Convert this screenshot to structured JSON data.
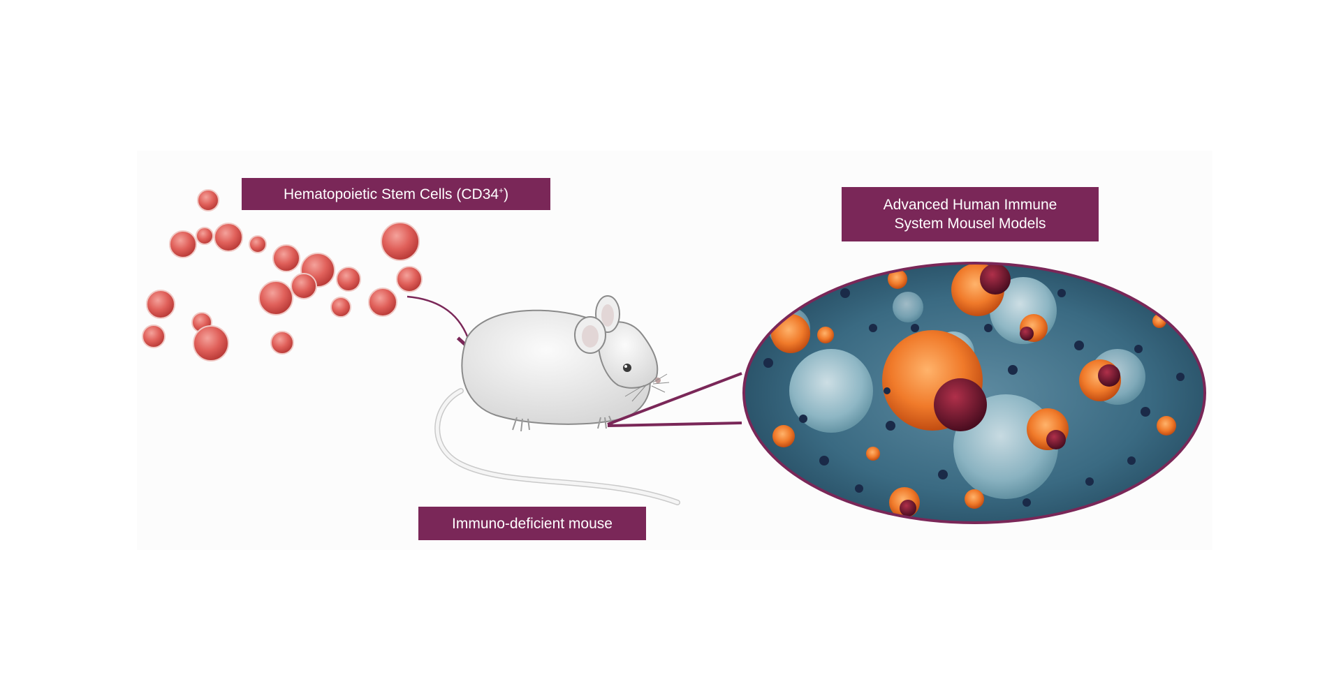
{
  "labels": {
    "stem_cells": "Hematopoietic Stem Cells (CD34",
    "stem_cells_sup": "+",
    "stem_cells_close": ")",
    "advanced_line1": "Advanced Human Immune",
    "advanced_line2": "System Mousel Models",
    "mouse": "Immuno-deficient mouse"
  },
  "colors": {
    "label_bg": "#7a2758",
    "label_text": "#ffffff",
    "stem_cell": "#d9534f",
    "ellipse_border": "#7a2758",
    "immune_bg": "#2f5d73",
    "immune_orange": "#f07a2a"
  },
  "icons": {
    "mouse": "mouse-illustration",
    "cells": "stem-cell-cluster",
    "magnified": "immune-cells-micrograph"
  }
}
